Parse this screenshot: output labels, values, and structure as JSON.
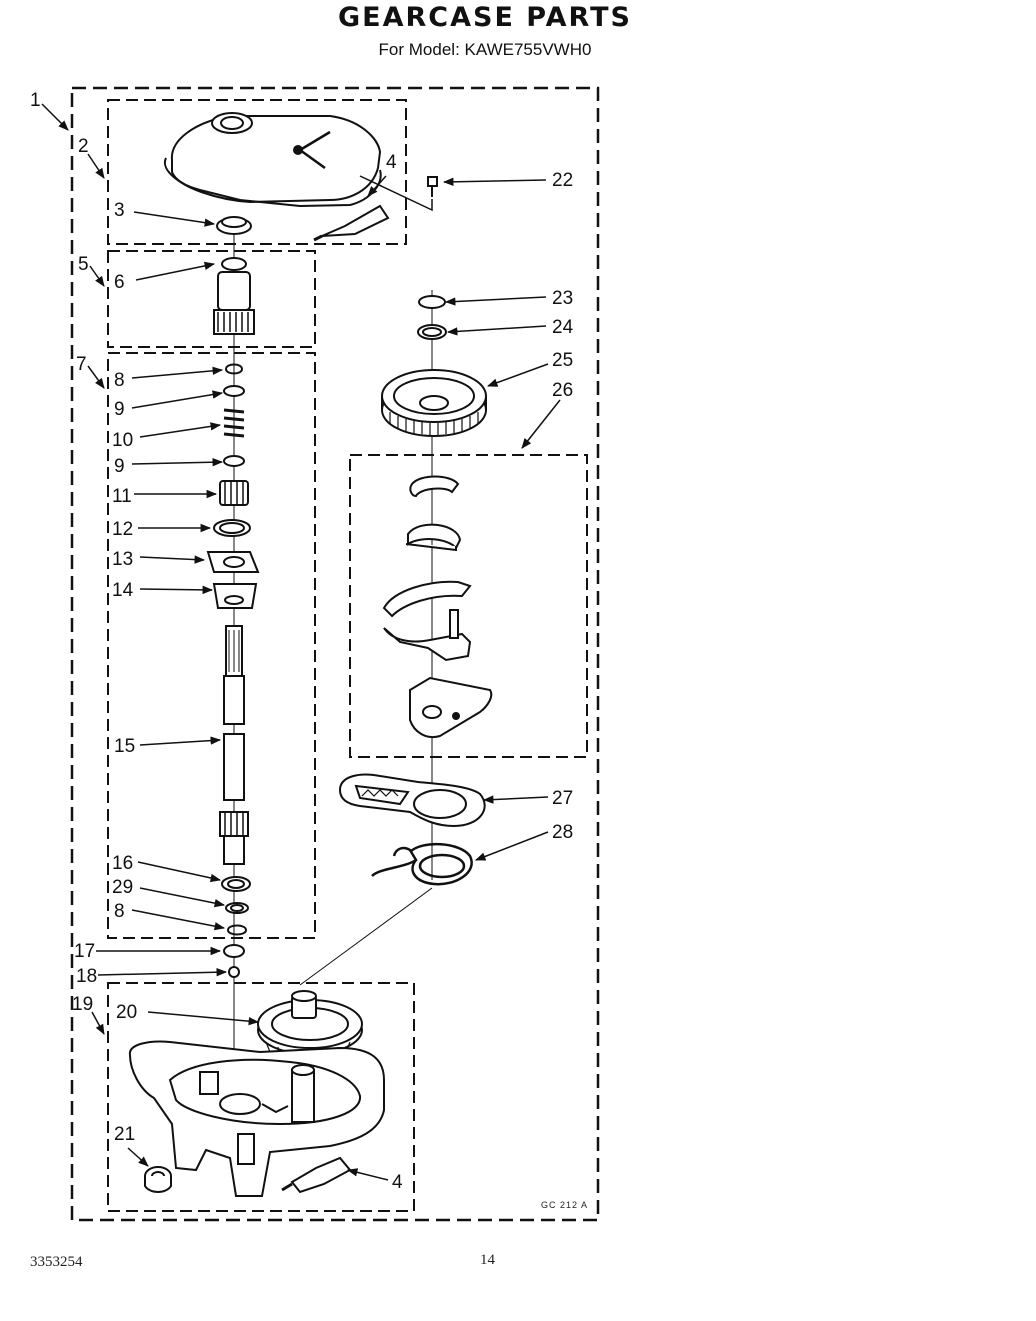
{
  "header": {
    "title": "GEARCASE PARTS",
    "subtitle": "For Model: KAWE755VWH0"
  },
  "footer": {
    "doc_number": "3353254",
    "page_number": "14",
    "figure_code": "GC 212 A"
  },
  "callouts": {
    "c1": "1",
    "c2": "2",
    "c3": "3",
    "c4a": "4",
    "c4b": "4",
    "c5": "5",
    "c6": "6",
    "c7": "7",
    "c8a": "8",
    "c8b": "8",
    "c9a": "9",
    "c9b": "9",
    "c10": "10",
    "c11": "11",
    "c12": "12",
    "c13": "13",
    "c14": "14",
    "c15": "15",
    "c16": "16",
    "c17": "17",
    "c18": "18",
    "c19": "19",
    "c20": "20",
    "c21": "21",
    "c22": "22",
    "c23": "23",
    "c24": "24",
    "c25": "25",
    "c26": "26",
    "c27": "27",
    "c28": "28",
    "c29": "29"
  }
}
